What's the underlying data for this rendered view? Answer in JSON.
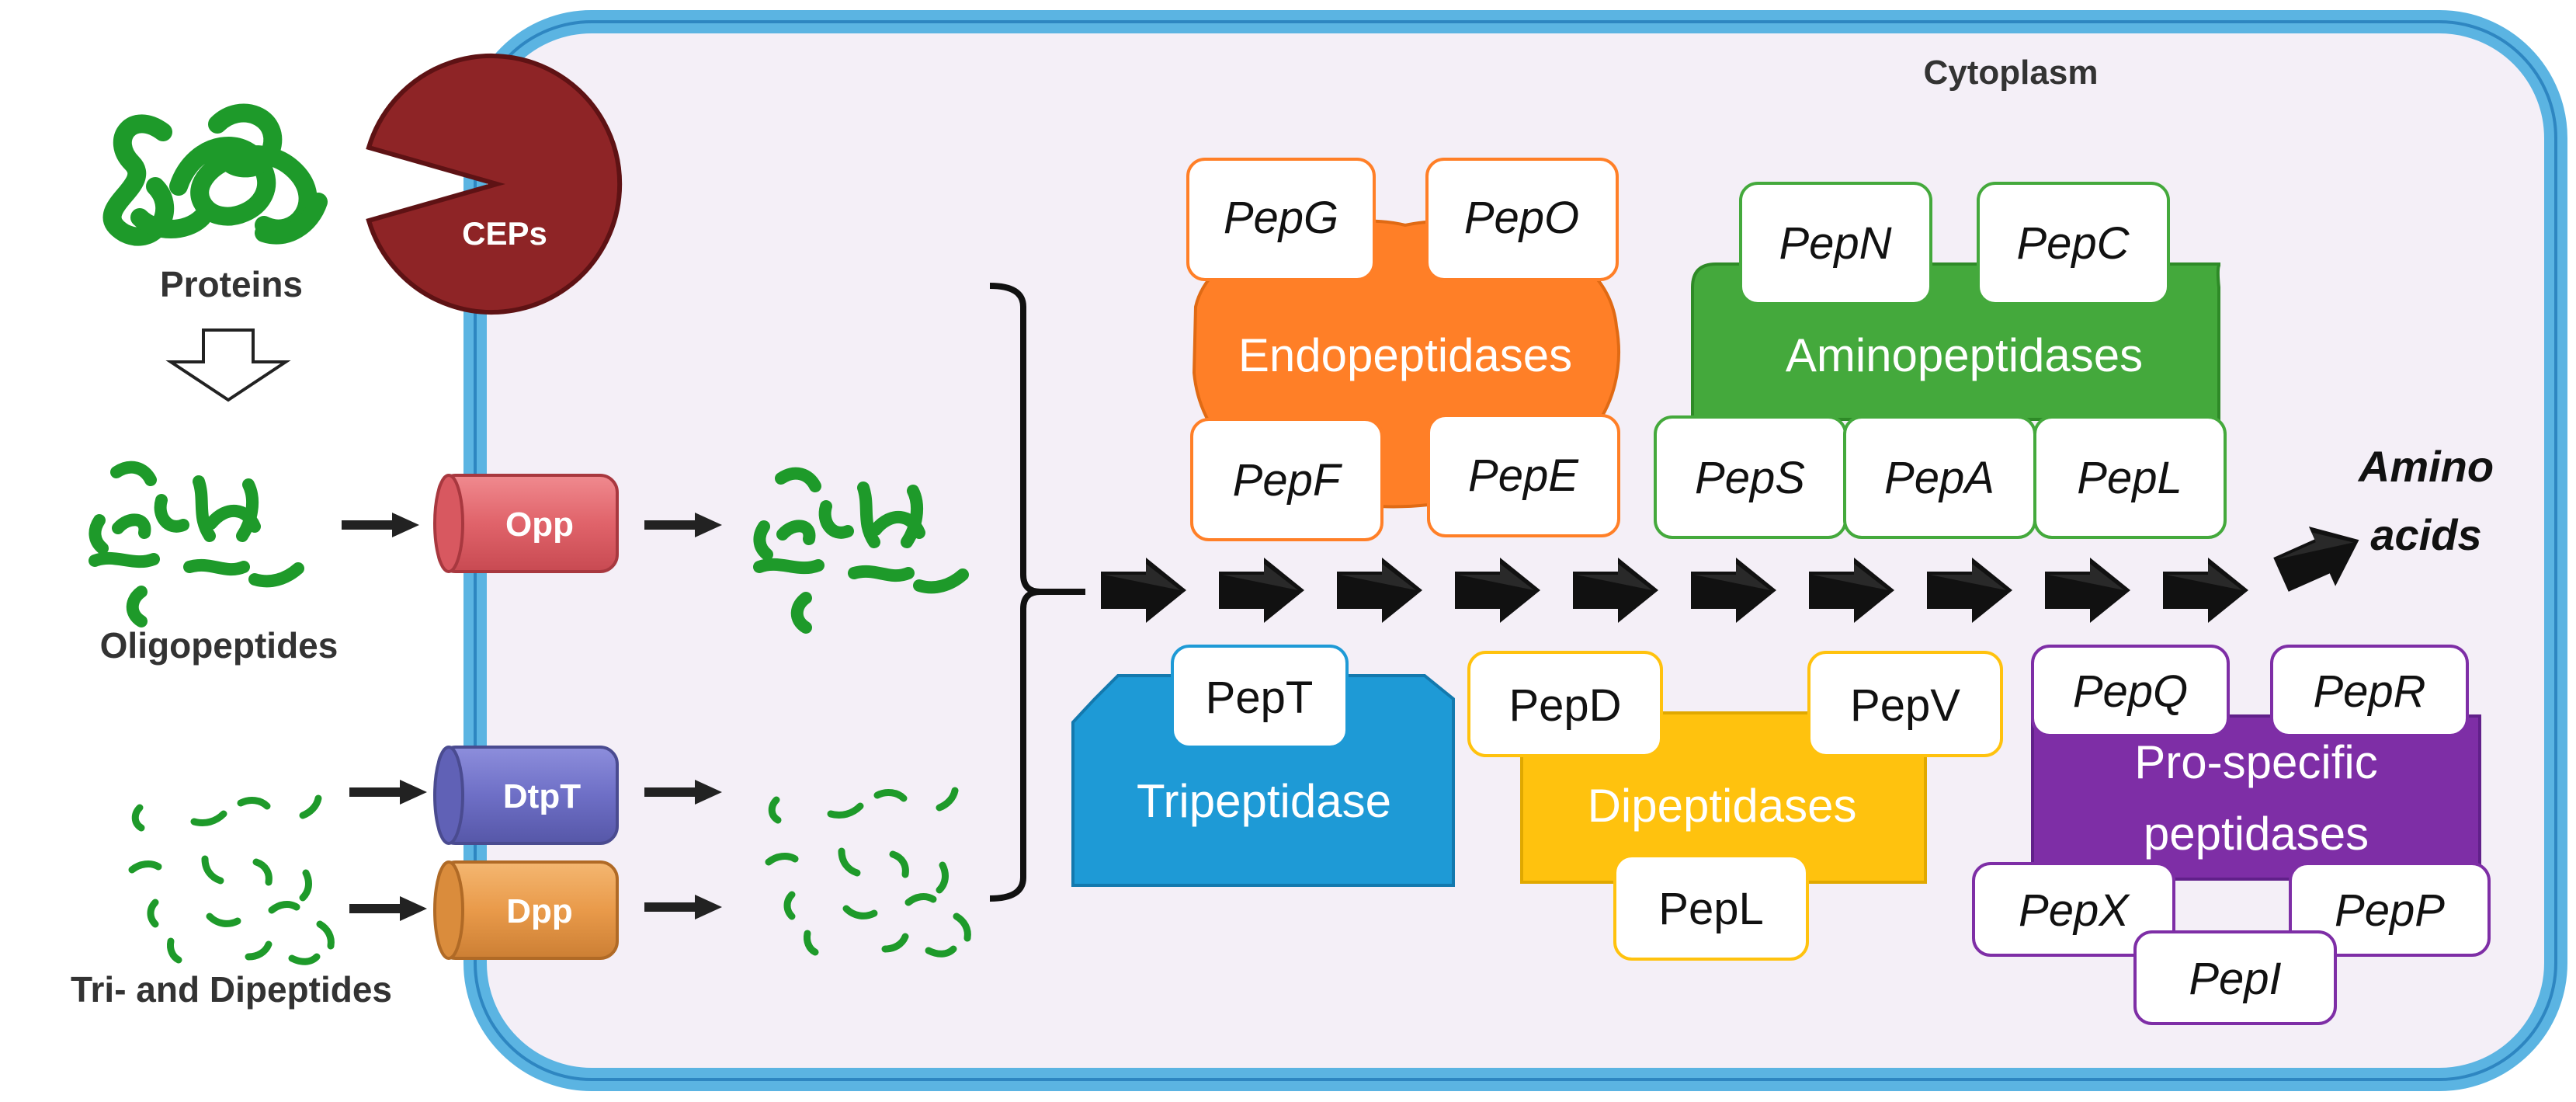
{
  "cytoplasm_label": "Cytoplasm",
  "proteins_label": "Proteins",
  "ceps_label": "CEPs",
  "oligopeptides_label": "Oligopeptides",
  "tri_dipeptides_label": "Tri- and Dipeptides",
  "transporters": {
    "opp": "Opp",
    "dtpt": "DtpT",
    "dpp": "Dpp"
  },
  "output_label": {
    "line1": "Amino",
    "line2": "acids"
  },
  "groups": {
    "endopeptidases": {
      "label": "Endopeptidases",
      "color": "#FF7F27",
      "enzymes": [
        "PepG",
        "PepO",
        "PepF",
        "PepE"
      ]
    },
    "aminopeptidases": {
      "label": "Aminopeptidases",
      "color": "#44A93C",
      "enzymes": [
        "PepN",
        "PepC",
        "PepS",
        "PepA",
        "PepL"
      ]
    },
    "tripeptidase": {
      "label": "Tripeptidase",
      "color": "#1E9AD6",
      "enzymes": [
        "PepT"
      ]
    },
    "dipeptidases": {
      "label": "Dipeptidases",
      "color": "#FFC20E",
      "enzymes": [
        "PepD",
        "PepV",
        "PepL"
      ]
    },
    "pro_specific": {
      "label_line1": "Pro-specific",
      "label_line2": "peptidases",
      "color": "#7E2EA6",
      "enzymes": [
        "PepQ",
        "PepR",
        "PepX",
        "PepP",
        "PepI"
      ]
    }
  },
  "colors": {
    "cell_border": "#5BB4E2",
    "cell_fill": "#F4EFF7",
    "peptide_green": "#1E9A2A",
    "ceps_red": "#8E2426",
    "opp": "#E0636A",
    "dtpt": "#6E6FC6",
    "dpp": "#E99A4A"
  }
}
